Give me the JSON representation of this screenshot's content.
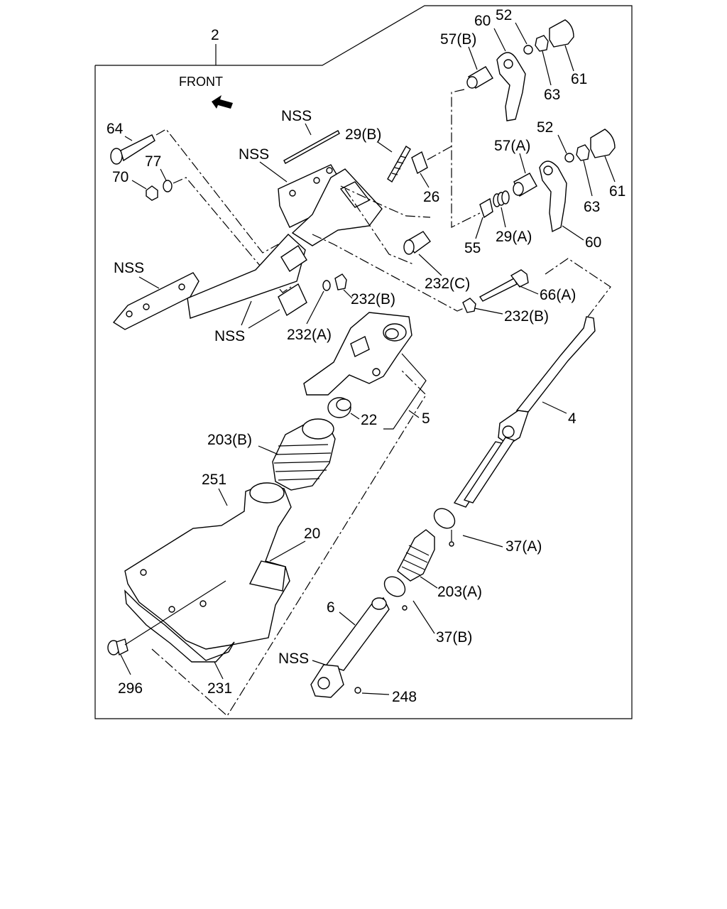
{
  "diagram": {
    "front_label": "FRONT",
    "callouts": {
      "c2": "2",
      "c57b": "57(B)",
      "c60a": "60",
      "c52a": "52",
      "c63a": "63",
      "c61a": "61",
      "c52b": "52",
      "c57a": "57(A)",
      "c63b": "63",
      "c61b": "61",
      "c55": "55",
      "c29a": "29(A)",
      "c60b": "60",
      "c64": "64",
      "c70": "70",
      "c77": "77",
      "cnss1": "NSS",
      "cnss2": "NSS",
      "c29b": "29(B)",
      "c26": "26",
      "cnss3": "NSS",
      "cnss4": "NSS",
      "c232a": "232(A)",
      "c232b1": "232(B)",
      "c232c": "232(C)",
      "c66a": "66(A)",
      "c232b2": "232(B)",
      "c4": "4",
      "c22": "22",
      "c5": "5",
      "c203b": "203(B)",
      "c251": "251",
      "c20": "20",
      "c37a": "37(A)",
      "c203a": "203(A)",
      "c6": "6",
      "c37b": "37(B)",
      "cnss5": "NSS",
      "c248": "248",
      "c296": "296",
      "c231": "231"
    }
  }
}
